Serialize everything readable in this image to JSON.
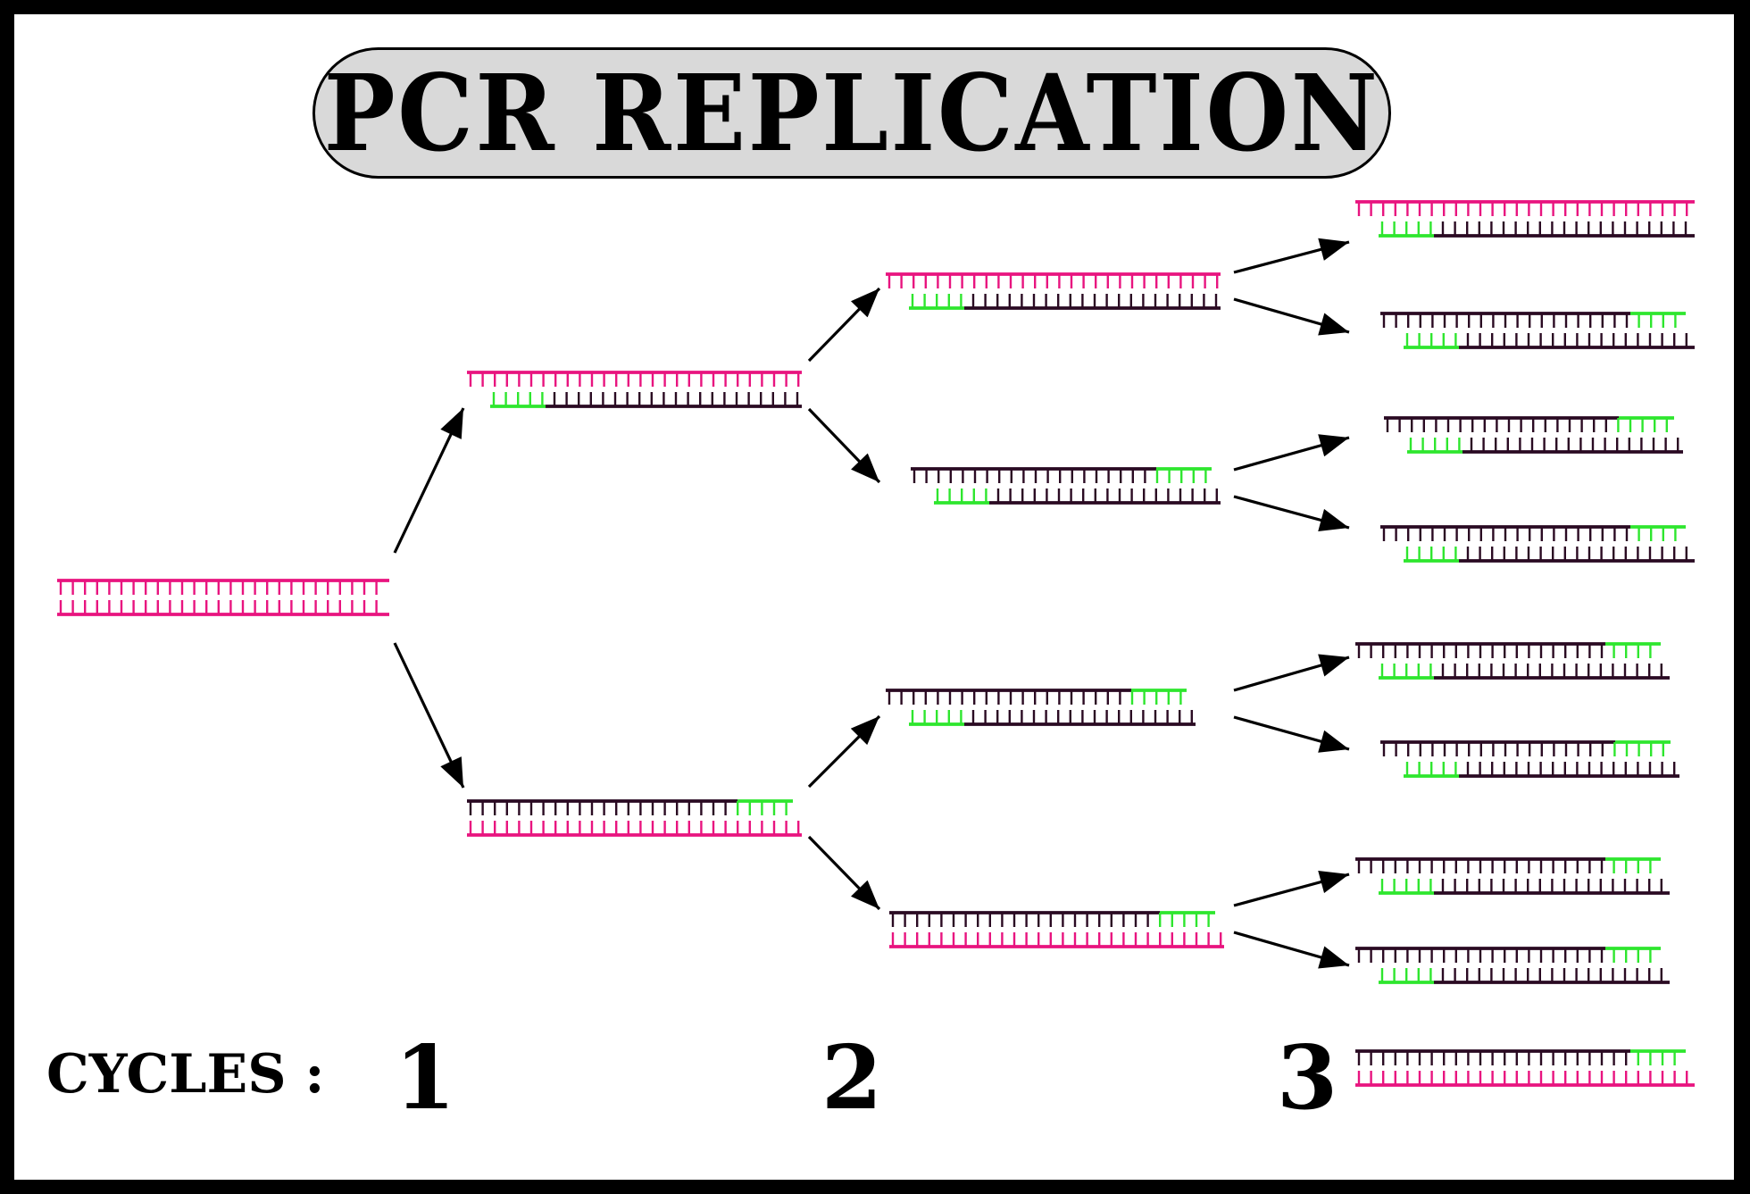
{
  "title": "PCR REPLICATION",
  "cycles_label": "CYCLES :",
  "cycle_numbers": [
    "1",
    "2",
    "3"
  ],
  "colors": {
    "original_strand": "#e8147f",
    "new_strand": "#2a0a22",
    "primer": "#2ee62e",
    "arrow": "#000000",
    "title_pill": "#d9d9d9",
    "frame": "#000000"
  },
  "duplexes": [
    {
      "top": "P",
      "bottom": "P",
      "top_primer": "none",
      "bottom_primer": "none"
    },
    {
      "top": "P",
      "bottom": "D",
      "top_primer": "none",
      "bottom_primer": "left"
    },
    {
      "top": "D",
      "bottom": "P",
      "top_primer": "right",
      "bottom_primer": "none"
    },
    {
      "top": "P",
      "bottom": "D",
      "top_primer": "none",
      "bottom_primer": "left"
    },
    {
      "top": "D",
      "bottom": "D",
      "top_primer": "right",
      "bottom_primer": "left"
    },
    {
      "top": "D",
      "bottom": "D",
      "top_primer": "right",
      "bottom_primer": "left"
    },
    {
      "top": "D",
      "bottom": "P",
      "top_primer": "right",
      "bottom_primer": "none"
    },
    {
      "top": "P",
      "bottom": "D",
      "top_primer": "none",
      "bottom_primer": "left"
    },
    {
      "top": "D",
      "bottom": "D",
      "top_primer": "right",
      "bottom_primer": "left"
    },
    {
      "top": "D",
      "bottom": "D",
      "top_primer": "right",
      "bottom_primer": "left"
    },
    {
      "top": "D",
      "bottom": "D",
      "top_primer": "right",
      "bottom_primer": "left"
    },
    {
      "top": "D",
      "bottom": "D",
      "top_primer": "right",
      "bottom_primer": "left"
    },
    {
      "top": "D",
      "bottom": "D",
      "top_primer": "right",
      "bottom_primer": "left"
    },
    {
      "top": "D",
      "bottom": "D",
      "top_primer": "right",
      "bottom_primer": "left"
    },
    {
      "top": "D",
      "bottom": "D",
      "top_primer": "right",
      "bottom_primer": "left"
    },
    {
      "top": "D",
      "bottom": "P",
      "top_primer": "right",
      "bottom_primer": "none"
    }
  ]
}
